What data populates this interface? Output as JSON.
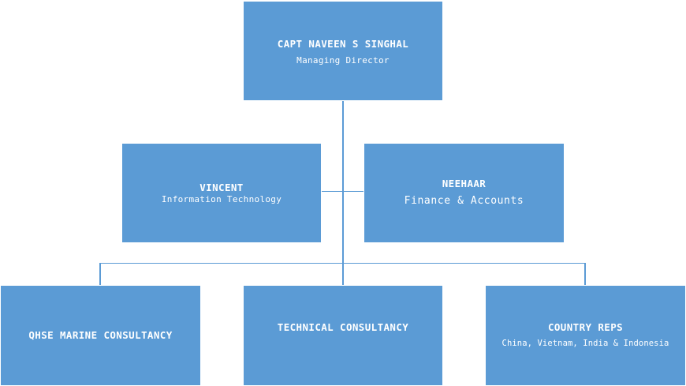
{
  "nodes": {
    "md": {
      "name": "CAPT NAVEEN S SINGHAL",
      "role": "Managing Director"
    },
    "it": {
      "name": "VINCENT",
      "role": "Information Technology"
    },
    "finance": {
      "name": "NEEHAAR",
      "role": "Finance & Accounts"
    },
    "qhse": {
      "name": "QHSE MARINE CONSULTANCY"
    },
    "technical": {
      "name": "TECHNICAL CONSULTANCY"
    },
    "country": {
      "name": "COUNTRY REPS",
      "role": "China, Vietnam, India & Indonesia"
    }
  },
  "colors": {
    "box_fill": "#5b9bd5",
    "connector": "#5b9bd5",
    "text": "#ffffff"
  }
}
